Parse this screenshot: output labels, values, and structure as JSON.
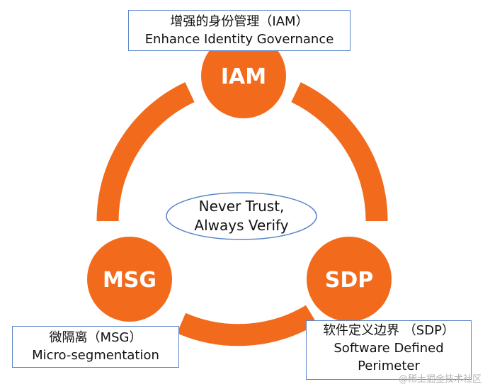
{
  "colors": {
    "accent": "#f26b1d",
    "callout_border": "#5b86c8",
    "ellipse_border": "#5b86c8",
    "text": "#111111",
    "watermark": "#b5b5b5"
  },
  "nodes": {
    "iam": {
      "label": "IAM"
    },
    "msg": {
      "label": "MSG"
    },
    "sdp": {
      "label": "SDP"
    }
  },
  "center": {
    "line1": "Never Trust,",
    "line2": "Always Verify"
  },
  "callouts": {
    "iam": {
      "zh": "增强的身份管理（IAM）",
      "en": "Enhance Identity Governance"
    },
    "msg": {
      "zh": "微隔离（MSG）",
      "en": "Micro-segmentation"
    },
    "sdp": {
      "zh": "软件定义边界 （SDP）",
      "en1": "Software Defined",
      "en2": "Perimeter"
    }
  },
  "watermark": "@稀土掘金技术社区"
}
